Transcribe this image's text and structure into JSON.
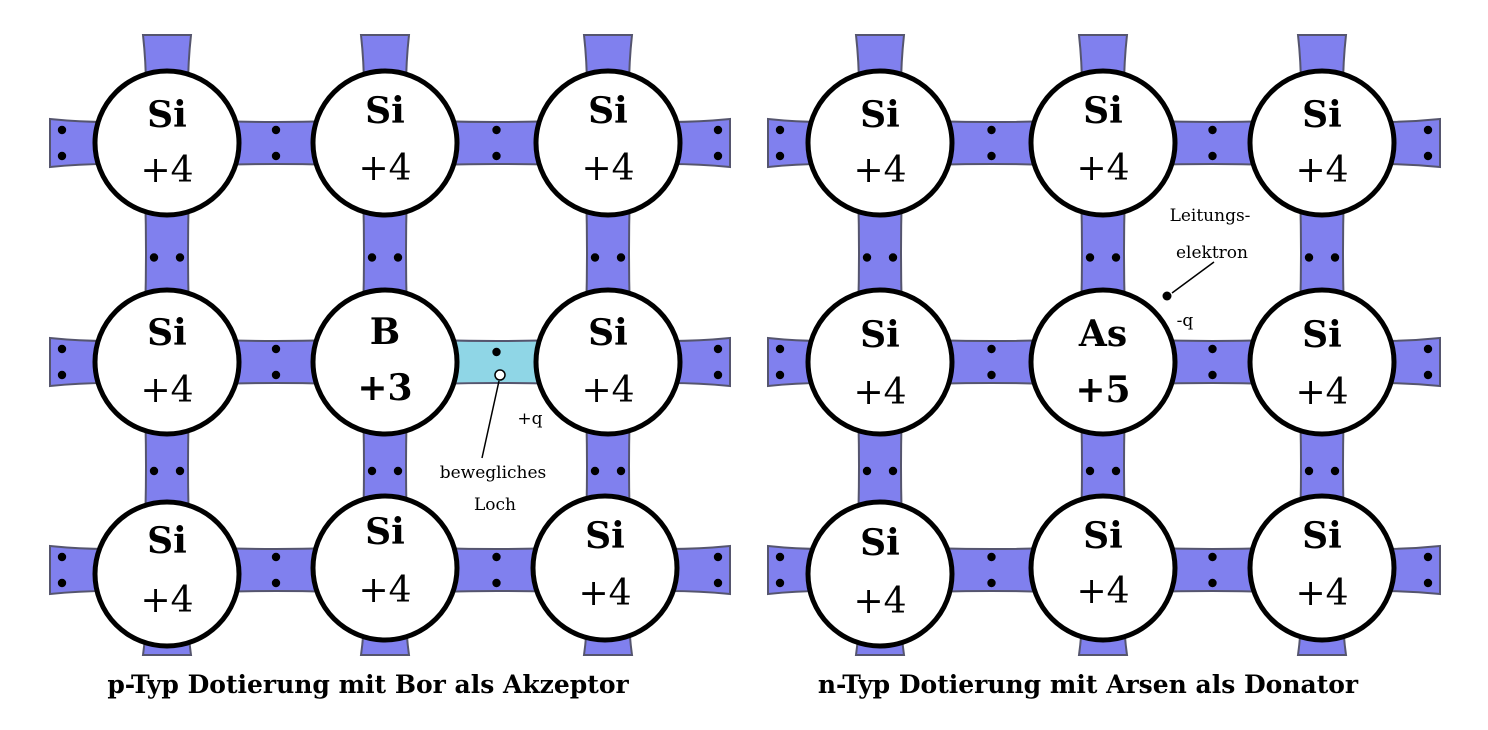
{
  "colors": {
    "bond": "#8080ee",
    "bond_edge": "#55556e",
    "hole_bond": "#8fd6e6",
    "atom_stroke": "#000000",
    "atom_fill": "#ffffff"
  },
  "panels": [
    {
      "id": "p-type",
      "caption": "p-Typ Dotierung mit Bor als Akzeptor",
      "atoms": [
        {
          "symbol": "Si",
          "charge": "+4"
        },
        {
          "symbol": "Si",
          "charge": "+4"
        },
        {
          "symbol": "Si",
          "charge": "+4"
        },
        {
          "symbol": "Si",
          "charge": "+4"
        },
        {
          "symbol": "B",
          "charge": "+3"
        },
        {
          "symbol": "Si",
          "charge": "+4"
        },
        {
          "symbol": "Si",
          "charge": "+4"
        },
        {
          "symbol": "Si",
          "charge": "+4"
        },
        {
          "symbol": "Si",
          "charge": "+4"
        }
      ],
      "hole": {
        "charge_label": "+q",
        "label_line1": "bewegliches",
        "label_line2": "Loch"
      }
    },
    {
      "id": "n-type",
      "caption": "n-Typ Dotierung mit Arsen als Donator",
      "atoms": [
        {
          "symbol": "Si",
          "charge": "+4"
        },
        {
          "symbol": "Si",
          "charge": "+4"
        },
        {
          "symbol": "Si",
          "charge": "+4"
        },
        {
          "symbol": "Si",
          "charge": "+4"
        },
        {
          "symbol": "As",
          "charge": "+5"
        },
        {
          "symbol": "Si",
          "charge": "+4"
        },
        {
          "symbol": "Si",
          "charge": "+4"
        },
        {
          "symbol": "Si",
          "charge": "+4"
        },
        {
          "symbol": "Si",
          "charge": "+4"
        }
      ],
      "electron": {
        "label_line1": "Leitungs-",
        "label_line2": "elektron",
        "charge_label": "-q"
      }
    }
  ]
}
